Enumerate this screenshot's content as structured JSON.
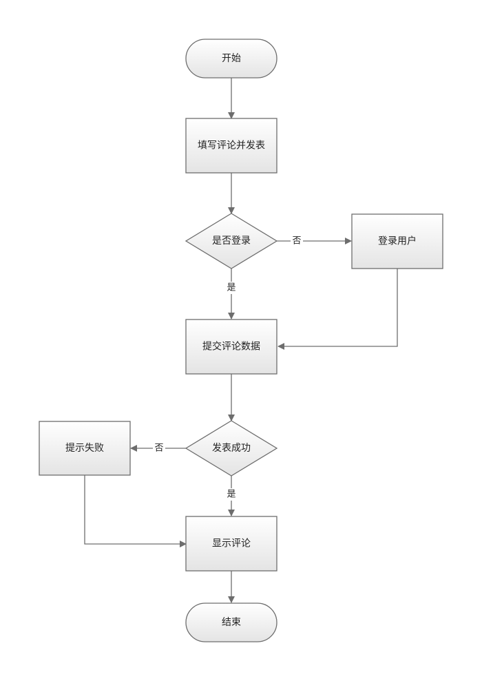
{
  "flowchart": {
    "nodes": {
      "start": "开始",
      "write_comment": "填写评论并发表",
      "logged_in": "是否登录",
      "login_user": "登录用户",
      "submit_data": "提交评论数据",
      "publish_success": "发表成功",
      "show_failure": "提示失败",
      "show_comment": "显示评论",
      "end": "结束"
    },
    "edge_labels": {
      "logged_in_no": "否",
      "logged_in_yes": "是",
      "success_no": "否",
      "success_yes": "是"
    }
  },
  "colors": {
    "stroke": "#6d6d6d",
    "fill_top": "#ffffff",
    "fill_bottom": "#e4e4e4"
  }
}
